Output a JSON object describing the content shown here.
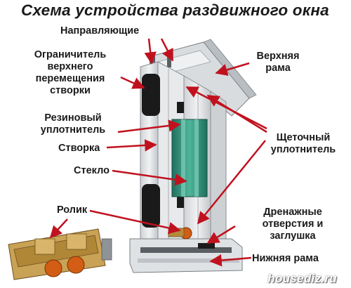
{
  "title": "Схема устройства раздвижного окна",
  "labels": {
    "guides": "Направляющие",
    "limiter": "Ограничитель\nверхнего\nперемещения\nстворки",
    "top_frame": "Верхняя\nрама",
    "rubber_seal": "Резиновый\nуплотнитель",
    "sash": "Створка",
    "brush_seal": "Щеточный\nуплотнитель",
    "glass": "Стекло",
    "roller": "Ролик",
    "drainage": "Дренажные\nотверстия и\nзаглушка",
    "bottom_frame": "Нижняя рама"
  },
  "watermark": "housediz.ru",
  "colors": {
    "arrow": "#c0121e",
    "text": "#1a1a1a",
    "profile": "#e4e6e8",
    "glass": "#2f8f7a",
    "seal": "#1a1a1a",
    "roller_wheel": "#d35d14",
    "roller_body": "#b58a3c"
  }
}
